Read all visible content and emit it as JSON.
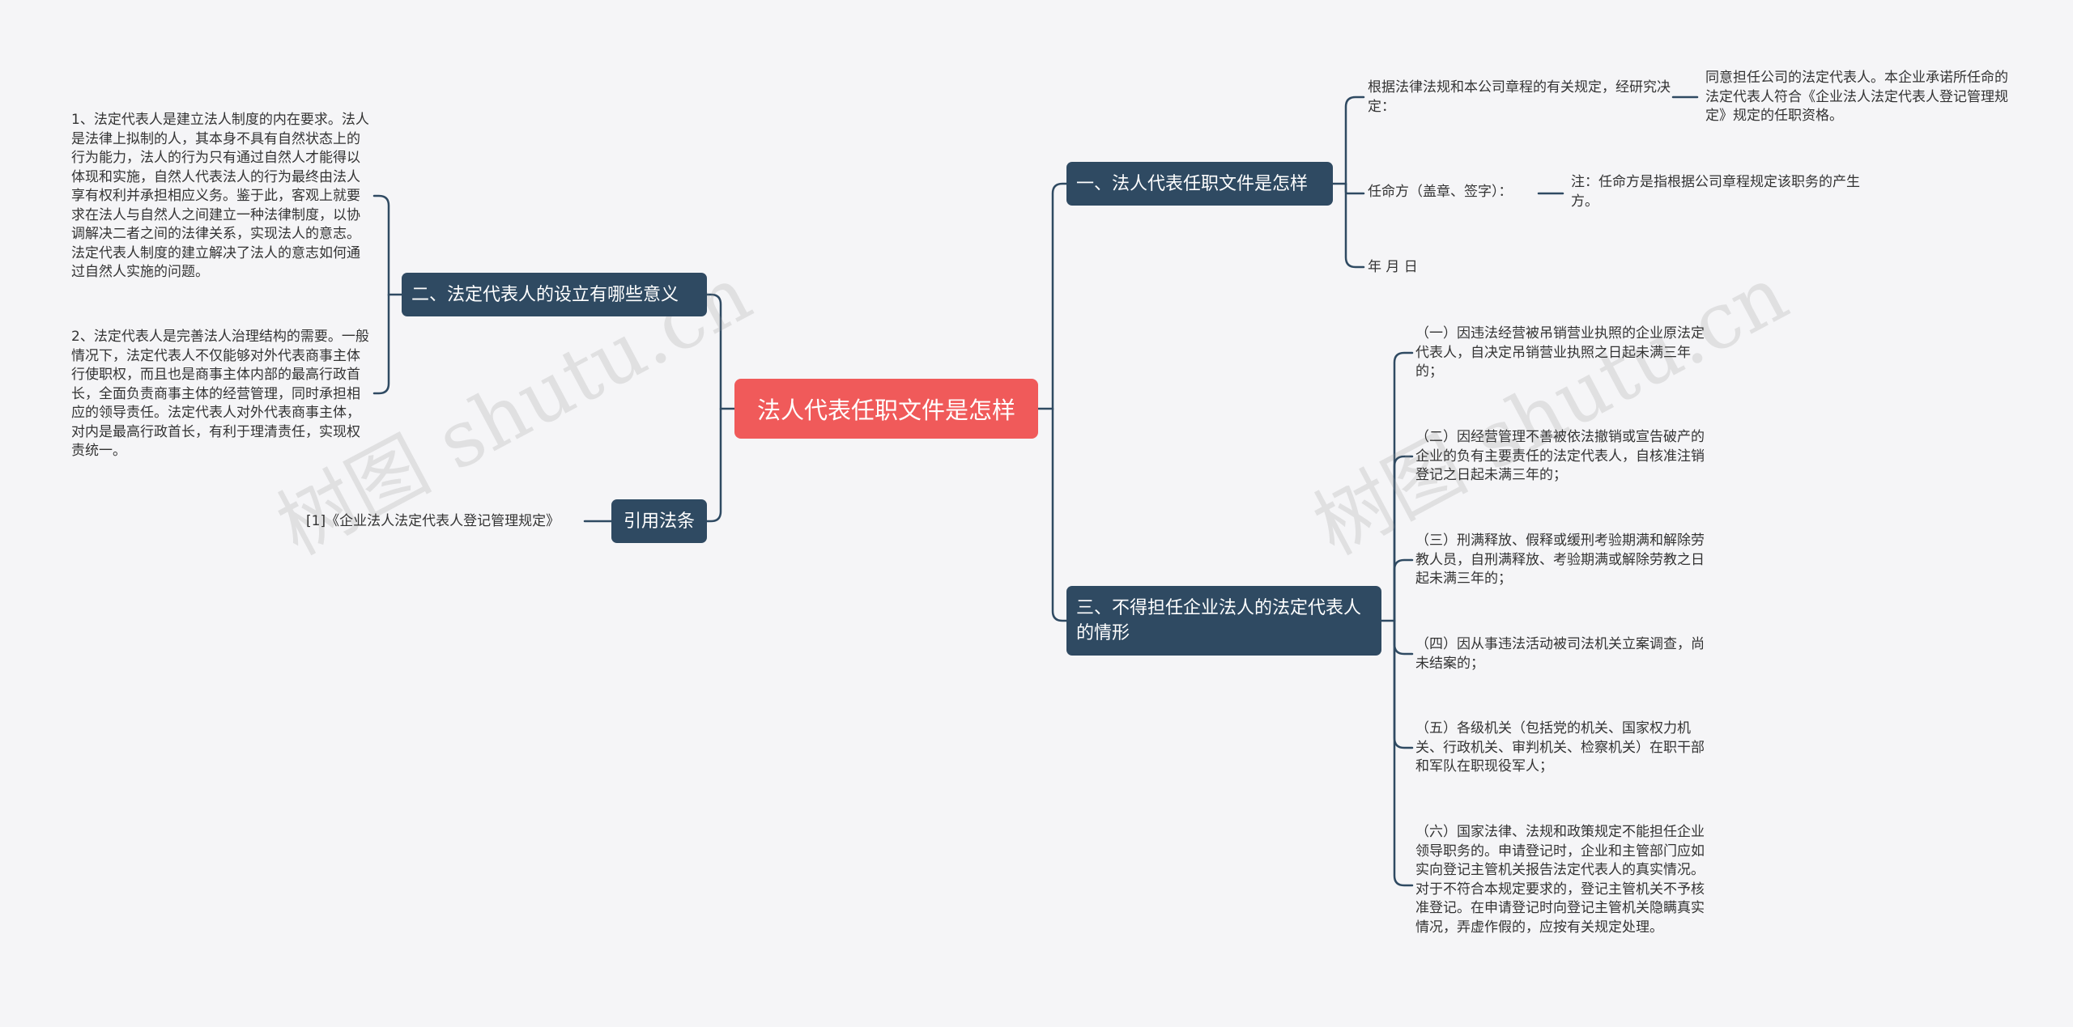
{
  "root": {
    "label": "法人代表任职文件是怎样"
  },
  "branches": {
    "b1": {
      "label": "一、法人代表任职文件是怎样",
      "items": [
        "根据法律法规和本公司章程的有关规定，经研究决定：",
        "同意担任公司的法定代表人。本企业承诺所任命的法定代表人符合《企业法人法定代表人登记管理规定》规定的任职资格。",
        "任命方（盖章、签字）：",
        "注：任命方是指根据公司章程规定该职务的产生方。",
        "年 月 日"
      ]
    },
    "b2": {
      "label": "二、法定代表人的设立有哪些意义",
      "items": [
        "1、法定代表人是建立法人制度的内在要求。法人是法律上拟制的人，其本身不具有自然状态上的行为能力，法人的行为只有通过自然人才能得以体现和实施，自然人代表法人的行为最终由法人享有权利并承担相应义务。鉴于此，客观上就要求在法人与自然人之间建立一种法律制度，以协调解决二者之间的法律关系，实现法人的意志。法定代表人制度的建立解决了法人的意志如何通过自然人实施的问题。",
        "2、法定代表人是完善法人治理结构的需要。一般情况下，法定代表人不仅能够对外代表商事主体行使职权，而且也是商事主体内部的最高行政首长，全面负责商事主体的经营管理，同时承担相应的领导责任。法定代表人对外代表商事主体，对内是最高行政首长，有利于理清责任，实现权责统一。"
      ]
    },
    "b3": {
      "label": "三、不得担任企业法人的法定代表人的情形",
      "items": [
        "（一）因违法经营被吊销营业执照的企业原法定代表人，自决定吊销营业执照之日起未满三年的；",
        "（二）因经营管理不善被依法撤销或宣告破产的企业的负有主要责任的法定代表人，自核准注销登记之日起未满三年的；",
        "（三）刑满释放、假释或缓刑考验期满和解除劳教人员，自刑满释放、考验期满或解除劳教之日起未满三年的；",
        "（四）因从事违法活动被司法机关立案调查，尚未结案的；",
        "（五）各级机关（包括党的机关、国家权力机关、行政机关、审判机关、检察机关）在职干部和军队在职现役军人；",
        "（六）国家法律、法规和政策规定不能担任企业领导职务的。申请登记时，企业和主管部门应如实向登记主管机关报告法定代表人的真实情况。对于不符合本规定要求的，登记主管机关不予核准登记。在申请登记时向登记主管机关隐瞒真实情况，弄虚作假的，应按有关规定处理。"
      ]
    },
    "b4": {
      "label": "引用法条",
      "items": [
        "[1]《企业法人法定代表人登记管理规定》"
      ]
    }
  },
  "watermark": "树图 shutu.cn",
  "colors": {
    "background": "#f5f5f7",
    "root": "#f05a5a",
    "branch": "#2f4a62",
    "line": "#2f4a62"
  }
}
